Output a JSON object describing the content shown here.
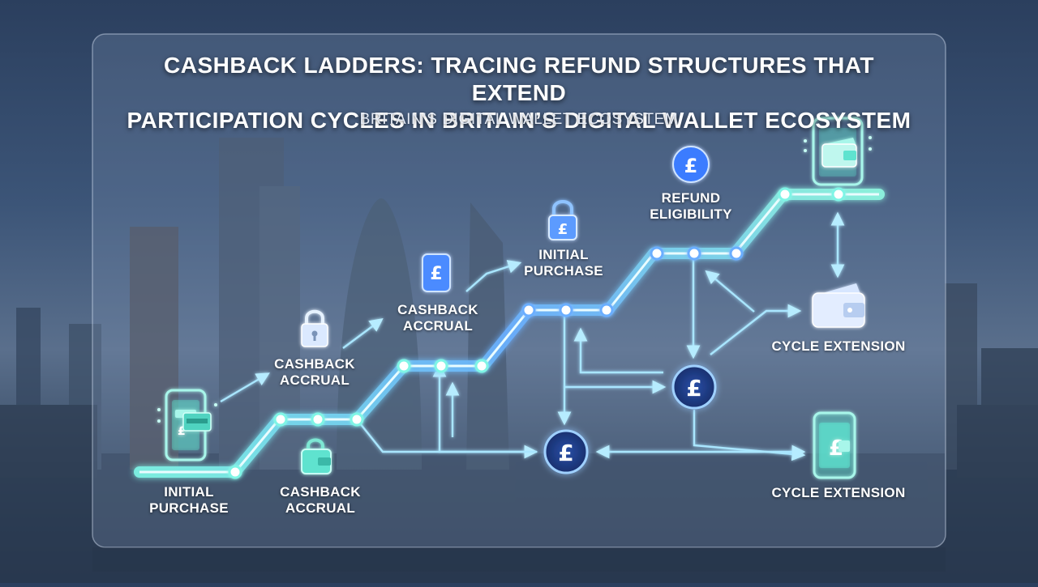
{
  "header": {
    "title_line1": "CASHBACK LADDERS: TRACING REFUND STRUCTURES THAT EXTEND",
    "title_line2": "PARTICIPATION CYCLES IN BRITAIN’S DIGITAL WALLET ECOSYSTEM",
    "subtitle": "BRITAIN’S DIGITAL WALLET ECOSYSTEM"
  },
  "nodes": {
    "initial_purchase_bottom": {
      "line1": "INITIAL",
      "line2": "PURCHASE"
    },
    "cashback_accrual_bottom": {
      "line1": "CASHBACK",
      "line2": "ACCRUAL"
    },
    "cashback_accrual_mid": {
      "line1": "CASHBACK",
      "line2": "ACCRUAL"
    },
    "cashback_accrual_upper": {
      "line1": "CASHBACK",
      "line2": "ACCRUAL"
    },
    "initial_purchase_top": {
      "line1": "INITIAL",
      "line2": "PURCHASE"
    },
    "refund_eligibility": {
      "line1": "REFUND",
      "line2": "ELIGIBILITY"
    },
    "cycle_extension_mid": {
      "line1": "CYCLE EXTENSION"
    },
    "cycle_extension_bottom": {
      "line1": "CYCLE EXTENSION"
    }
  },
  "icons": {
    "pound_symbol": "£",
    "pound_hub_lower": "£",
    "pound_hub_middle": "£",
    "pound_badge_top": "£",
    "pound_card": "£",
    "pound_padlock": "£",
    "pound_phone_bottom": "£"
  },
  "colors": {
    "ladder_cyan": "#7ff5e6",
    "ladder_blue": "#6aaeff",
    "connector": "#8fe7ff",
    "hub_blue": "#3a7bff",
    "icon_teal": "#5fe3cf"
  }
}
